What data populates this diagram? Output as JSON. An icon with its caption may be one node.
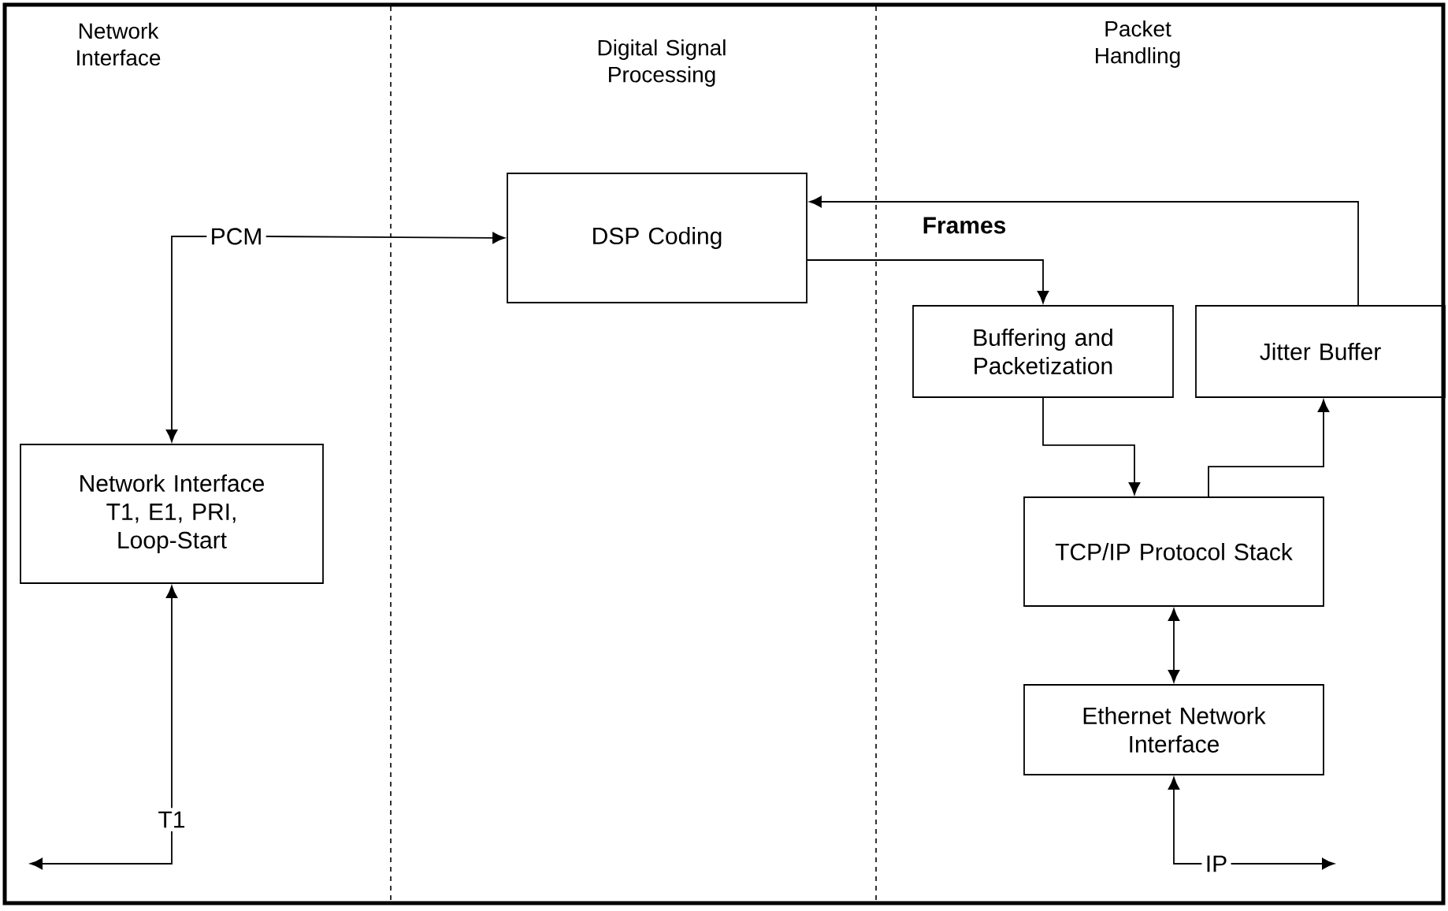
{
  "diagram": {
    "nodes": [
      {
        "text": [
          "Network Interface",
          "T1, E1, PRI, Loop-Start"
        ]
      },
      {
        "text": [
          "PCM"
        ]
      },
      {
        "text": [
          "DSP Coding"
        ]
      },
      {
        "text": [
          "Buffering and Packetization"
        ]
      },
      {
        "text": [
          "Jitter Buffer"
        ]
      },
      {
        "text": [
          "TCP/IP Protocol Stack"
        ]
      },
      {
        "text": [
          "Ethernet Network Interface"
        ]
      },
      {
        "text": [
          "T1"
        ]
      },
      {
        "text": [
          "IP"
        ]
      }
    ],
    "edges": [
      {
        "from": 1,
        "to": 0,
        "arrow": "to"
      },
      {
        "from": 1,
        "to": 2,
        "arrow": "to"
      },
      {
        "from": 2,
        "to": 3,
        "arrow": "to",
        "label": "Frames"
      },
      {
        "from": 4,
        "to": 2,
        "arrow": "to"
      },
      {
        "from": 3,
        "to": 5,
        "arrow": "to"
      },
      {
        "from": 5,
        "to": 4,
        "arrow": "to"
      },
      {
        "from": 5,
        "to": 6,
        "arrow": "both"
      },
      {
        "from": 7,
        "to": 0,
        "arrow": "to"
      },
      {
        "from": 7,
        "to": null,
        "arrow": "to"
      },
      {
        "from": 8,
        "to": 6,
        "arrow": "to"
      },
      {
        "from": 8,
        "to": null,
        "arrow": "to"
      }
    ],
    "labels": [
      "Network Interface",
      "Digital Signal Processing",
      "Packet Handling"
    ]
  }
}
